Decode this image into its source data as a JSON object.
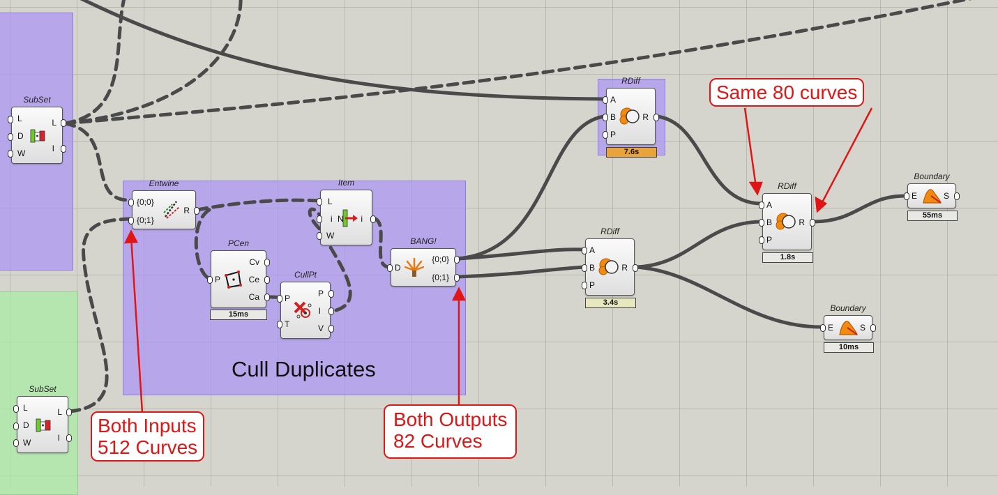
{
  "groups": {
    "cull_title": "Cull Duplicates"
  },
  "components": {
    "subset_top": {
      "title": "SubSet",
      "in": [
        "L",
        "D",
        "W"
      ],
      "out": [
        "L",
        "I"
      ],
      "icon": "subset-icon"
    },
    "subset_bottom": {
      "title": "SubSet",
      "in": [
        "L",
        "D",
        "W"
      ],
      "out": [
        "L",
        "I"
      ],
      "icon": "subset-icon"
    },
    "entwine": {
      "title": "Entwine",
      "in": [
        "{0;0}",
        "{0;1}"
      ],
      "out": [
        "R"
      ],
      "icon": "entwine-icon"
    },
    "item": {
      "title": "Item",
      "in": [
        "L",
        "i",
        "W"
      ],
      "out": [
        "i"
      ],
      "icon": "list-item-icon",
      "center": "N"
    },
    "pcen": {
      "title": "PCen",
      "in": [
        "P"
      ],
      "out": [
        "Cv",
        "Ce",
        "Ca"
      ],
      "timer": "15ms",
      "icon": "polygon-center-icon"
    },
    "cullpt": {
      "title": "CullPt",
      "in": [
        "P",
        "T"
      ],
      "out": [
        "P",
        "I",
        "V"
      ],
      "icon": "cull-points-icon"
    },
    "bang": {
      "title": "BANG!",
      "in": [
        "D"
      ],
      "out": [
        "{0;0}",
        "{0;1}"
      ],
      "icon": "bang-explode-icon"
    },
    "rdiff_top": {
      "title": "RDiff",
      "in": [
        "A",
        "B",
        "P"
      ],
      "out": [
        "R"
      ],
      "timer": "7.6s",
      "icon": "region-difference-icon"
    },
    "rdiff_mid": {
      "title": "RDiff",
      "in": [
        "A",
        "B",
        "P"
      ],
      "out": [
        "R"
      ],
      "timer": "3.4s",
      "icon": "region-difference-icon"
    },
    "rdiff_right": {
      "title": "RDiff",
      "in": [
        "A",
        "B",
        "P"
      ],
      "out": [
        "R"
      ],
      "timer": "1.8s",
      "icon": "region-difference-icon"
    },
    "boundary_top": {
      "title": "Boundary",
      "in": [
        "E"
      ],
      "out": [
        "S"
      ],
      "timer": "55ms",
      "icon": "boundary-surface-icon"
    },
    "boundary_bottom": {
      "title": "Boundary",
      "in": [
        "E"
      ],
      "out": [
        "S"
      ],
      "timer": "10ms",
      "icon": "boundary-surface-icon"
    }
  },
  "callouts": {
    "same": "Same 80 curves",
    "inputs_1": "Both Inputs",
    "inputs_2": "512 Curves",
    "outputs_1": "Both Outputs",
    "outputs_2": "82 Curves"
  },
  "colors": {
    "callout": "#e01616",
    "wire": "#4a4a4a",
    "group_purple": "#aa96f5",
    "group_green": "#aaeba5",
    "timer_orange": "#e8a33b"
  }
}
